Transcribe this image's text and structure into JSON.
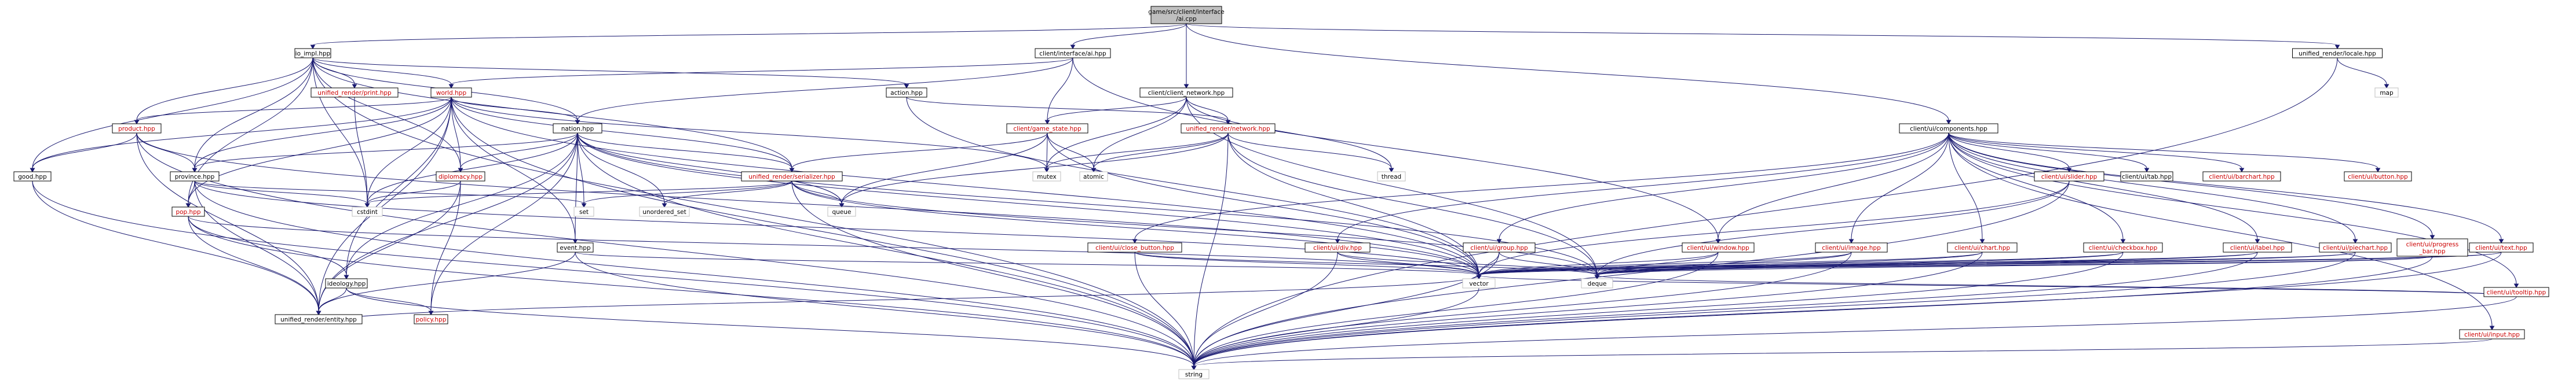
{
  "nodes": [
    {
      "id": "root",
      "label": "game/src/client/interface\n/ai.cpp",
      "style": "root"
    },
    {
      "id": "io_impl",
      "label": "io_impl.hpp",
      "style": "normal"
    },
    {
      "id": "iface_ai",
      "label": "client/interface/ai.hpp",
      "style": "normal"
    },
    {
      "id": "client_network",
      "label": "client/client_network.hpp",
      "style": "normal"
    },
    {
      "id": "locale",
      "label": "unified_render/locale.hpp",
      "style": "normal"
    },
    {
      "id": "ui_components",
      "label": "client/ui/components.hpp",
      "style": "normal"
    },
    {
      "id": "world",
      "label": "world.hpp",
      "style": "red"
    },
    {
      "id": "print",
      "label": "unified_render/print.hpp",
      "style": "red"
    },
    {
      "id": "action",
      "label": "action.hpp",
      "style": "normal"
    },
    {
      "id": "game_state",
      "label": "client/game_state.hpp",
      "style": "red"
    },
    {
      "id": "network",
      "label": "unified_render/network.hpp",
      "style": "red"
    },
    {
      "id": "map",
      "label": "map",
      "style": "gray"
    },
    {
      "id": "product",
      "label": "product.hpp",
      "style": "red"
    },
    {
      "id": "nation",
      "label": "nation.hpp",
      "style": "normal"
    },
    {
      "id": "mutex",
      "label": "mutex",
      "style": "gray"
    },
    {
      "id": "atomic",
      "label": "atomic",
      "style": "gray"
    },
    {
      "id": "thread",
      "label": "thread",
      "style": "gray"
    },
    {
      "id": "good",
      "label": "good.hpp",
      "style": "normal"
    },
    {
      "id": "province",
      "label": "province.hpp",
      "style": "normal"
    },
    {
      "id": "diplomacy",
      "label": "diplomacy.hpp",
      "style": "red"
    },
    {
      "id": "serializer",
      "label": "unified_render/serializer.hpp",
      "style": "red"
    },
    {
      "id": "cstdint",
      "label": "cstdint",
      "style": "gray"
    },
    {
      "id": "set",
      "label": "set",
      "style": "gray"
    },
    {
      "id": "unordered_set",
      "label": "unordered_set",
      "style": "gray"
    },
    {
      "id": "queue",
      "label": "queue",
      "style": "gray"
    },
    {
      "id": "pop",
      "label": "pop.hpp",
      "style": "red"
    },
    {
      "id": "event",
      "label": "event.hpp",
      "style": "normal"
    },
    {
      "id": "ideology",
      "label": "ideology.hpp",
      "style": "normal"
    },
    {
      "id": "entity",
      "label": "unified_render/entity.hpp",
      "style": "normal"
    },
    {
      "id": "policy",
      "label": "policy.hpp",
      "style": "red"
    },
    {
      "id": "close_button",
      "label": "client/ui/close_button.hpp",
      "style": "red"
    },
    {
      "id": "div",
      "label": "client/ui/div.hpp",
      "style": "red"
    },
    {
      "id": "group",
      "label": "client/ui/group.hpp",
      "style": "red"
    },
    {
      "id": "window",
      "label": "client/ui/window.hpp",
      "style": "red"
    },
    {
      "id": "image",
      "label": "client/ui/image.hpp",
      "style": "red"
    },
    {
      "id": "chart",
      "label": "client/ui/chart.hpp",
      "style": "red"
    },
    {
      "id": "checkbox",
      "label": "client/ui/checkbox.hpp",
      "style": "red"
    },
    {
      "id": "label",
      "label": "client/ui/label.hpp",
      "style": "red"
    },
    {
      "id": "piechart",
      "label": "client/ui/piechart.hpp",
      "style": "red"
    },
    {
      "id": "progress_bar",
      "label": "client/ui/progress\n_bar.hpp",
      "style": "red"
    },
    {
      "id": "slider",
      "label": "client/ui/slider.hpp",
      "style": "red"
    },
    {
      "id": "tab",
      "label": "client/ui/tab.hpp",
      "style": "normal"
    },
    {
      "id": "barchart",
      "label": "client/ui/barchart.hpp",
      "style": "red"
    },
    {
      "id": "button",
      "label": "client/ui/button.hpp",
      "style": "red"
    },
    {
      "id": "text",
      "label": "client/ui/text.hpp",
      "style": "red"
    },
    {
      "id": "tooltip",
      "label": "client/ui/tooltip.hpp",
      "style": "red"
    },
    {
      "id": "input",
      "label": "client/ui/input.hpp",
      "style": "red"
    },
    {
      "id": "vector",
      "label": "vector",
      "style": "gray"
    },
    {
      "id": "deque",
      "label": "deque",
      "style": "gray"
    },
    {
      "id": "string",
      "label": "string",
      "style": "gray"
    }
  ],
  "edges": [
    [
      "root",
      "io_impl"
    ],
    [
      "root",
      "iface_ai"
    ],
    [
      "root",
      "client_network"
    ],
    [
      "root",
      "locale"
    ],
    [
      "root",
      "ui_components"
    ],
    [
      "locale",
      "map"
    ],
    [
      "locale",
      "string"
    ],
    [
      "io_impl",
      "world"
    ],
    [
      "io_impl",
      "print"
    ],
    [
      "io_impl",
      "action"
    ],
    [
      "io_impl",
      "product"
    ],
    [
      "io_impl",
      "nation"
    ],
    [
      "io_impl",
      "good"
    ],
    [
      "io_impl",
      "province"
    ],
    [
      "io_impl",
      "diplomacy"
    ],
    [
      "io_impl",
      "serializer"
    ],
    [
      "io_impl",
      "pop"
    ],
    [
      "io_impl",
      "cstdint"
    ],
    [
      "io_impl",
      "string"
    ],
    [
      "iface_ai",
      "world"
    ],
    [
      "iface_ai",
      "nation"
    ],
    [
      "iface_ai",
      "game_state"
    ],
    [
      "iface_ai",
      "window"
    ],
    [
      "client_network",
      "game_state"
    ],
    [
      "client_network",
      "network"
    ],
    [
      "client_network",
      "mutex"
    ],
    [
      "client_network",
      "atomic"
    ],
    [
      "client_network",
      "thread"
    ],
    [
      "client_network",
      "deque"
    ],
    [
      "world",
      "product"
    ],
    [
      "world",
      "nation"
    ],
    [
      "world",
      "good"
    ],
    [
      "world",
      "province"
    ],
    [
      "world",
      "diplomacy"
    ],
    [
      "world",
      "cstdint"
    ],
    [
      "world",
      "event"
    ],
    [
      "world",
      "serializer"
    ],
    [
      "world",
      "mutex"
    ],
    [
      "world",
      "string"
    ],
    [
      "world",
      "vector"
    ],
    [
      "world",
      "ideology"
    ],
    [
      "world",
      "entity"
    ],
    [
      "world",
      "pop"
    ],
    [
      "print",
      "cstdint"
    ],
    [
      "action",
      "network"
    ],
    [
      "action",
      "vector"
    ],
    [
      "game_state",
      "mutex"
    ],
    [
      "game_state",
      "atomic"
    ],
    [
      "game_state",
      "serializer"
    ],
    [
      "game_state",
      "queue"
    ],
    [
      "game_state",
      "vector"
    ],
    [
      "network",
      "mutex"
    ],
    [
      "network",
      "atomic"
    ],
    [
      "network",
      "thread"
    ],
    [
      "network",
      "string"
    ],
    [
      "network",
      "vector"
    ],
    [
      "network",
      "deque"
    ],
    [
      "network",
      "queue"
    ],
    [
      "product",
      "good"
    ],
    [
      "product",
      "province"
    ],
    [
      "product",
      "entity"
    ],
    [
      "product",
      "vector"
    ],
    [
      "product",
      "string"
    ],
    [
      "nation",
      "province"
    ],
    [
      "nation",
      "diplomacy"
    ],
    [
      "nation",
      "serializer"
    ],
    [
      "nation",
      "cstdint"
    ],
    [
      "nation",
      "set"
    ],
    [
      "nation",
      "unordered_set"
    ],
    [
      "nation",
      "queue"
    ],
    [
      "nation",
      "event"
    ],
    [
      "nation",
      "ideology"
    ],
    [
      "nation",
      "policy"
    ],
    [
      "nation",
      "entity"
    ],
    [
      "nation",
      "vector"
    ],
    [
      "nation",
      "deque"
    ],
    [
      "nation",
      "string"
    ],
    [
      "good",
      "entity"
    ],
    [
      "good",
      "string"
    ],
    [
      "province",
      "pop"
    ],
    [
      "province",
      "cstdint"
    ],
    [
      "province",
      "set"
    ],
    [
      "province",
      "entity"
    ],
    [
      "province",
      "vector"
    ],
    [
      "province",
      "string"
    ],
    [
      "diplomacy",
      "cstdint"
    ],
    [
      "diplomacy",
      "policy"
    ],
    [
      "diplomacy",
      "entity"
    ],
    [
      "serializer",
      "cstdint"
    ],
    [
      "serializer",
      "set"
    ],
    [
      "serializer",
      "unordered_set"
    ],
    [
      "serializer",
      "queue"
    ],
    [
      "serializer",
      "vector"
    ],
    [
      "serializer",
      "deque"
    ],
    [
      "serializer",
      "string"
    ],
    [
      "pop",
      "ideology"
    ],
    [
      "pop",
      "entity"
    ],
    [
      "pop",
      "vector"
    ],
    [
      "pop",
      "string"
    ],
    [
      "event",
      "entity"
    ],
    [
      "event",
      "vector"
    ],
    [
      "event",
      "string"
    ],
    [
      "ideology",
      "entity"
    ],
    [
      "ideology",
      "policy"
    ],
    [
      "ideology",
      "string"
    ],
    [
      "entity",
      "vector"
    ],
    [
      "ui_components",
      "close_button"
    ],
    [
      "ui_components",
      "div"
    ],
    [
      "ui_components",
      "group"
    ],
    [
      "ui_components",
      "window"
    ],
    [
      "ui_components",
      "image"
    ],
    [
      "ui_components",
      "chart"
    ],
    [
      "ui_components",
      "checkbox"
    ],
    [
      "ui_components",
      "label"
    ],
    [
      "ui_components",
      "piechart"
    ],
    [
      "ui_components",
      "progress_bar"
    ],
    [
      "ui_components",
      "slider"
    ],
    [
      "ui_components",
      "tab"
    ],
    [
      "ui_components",
      "barchart"
    ],
    [
      "ui_components",
      "button"
    ],
    [
      "ui_components",
      "text"
    ],
    [
      "ui_components",
      "tooltip"
    ],
    [
      "ui_components",
      "input"
    ],
    [
      "close_button",
      "vector"
    ],
    [
      "close_button",
      "deque"
    ],
    [
      "close_button",
      "string"
    ],
    [
      "div",
      "vector"
    ],
    [
      "div",
      "deque"
    ],
    [
      "div",
      "string"
    ],
    [
      "group",
      "vector"
    ],
    [
      "group",
      "deque"
    ],
    [
      "group",
      "string"
    ],
    [
      "window",
      "vector"
    ],
    [
      "window",
      "deque"
    ],
    [
      "window",
      "string"
    ],
    [
      "image",
      "vector"
    ],
    [
      "image",
      "deque"
    ],
    [
      "image",
      "string"
    ],
    [
      "chart",
      "vector"
    ],
    [
      "chart",
      "deque"
    ],
    [
      "chart",
      "string"
    ],
    [
      "checkbox",
      "vector"
    ],
    [
      "checkbox",
      "deque"
    ],
    [
      "checkbox",
      "string"
    ],
    [
      "label",
      "vector"
    ],
    [
      "label",
      "deque"
    ],
    [
      "label",
      "string"
    ],
    [
      "piechart",
      "vector"
    ],
    [
      "piechart",
      "deque"
    ],
    [
      "piechart",
      "string"
    ],
    [
      "progress_bar",
      "vector"
    ],
    [
      "progress_bar",
      "deque"
    ],
    [
      "progress_bar",
      "string"
    ],
    [
      "slider",
      "vector"
    ],
    [
      "slider",
      "deque"
    ],
    [
      "slider",
      "string"
    ],
    [
      "text",
      "vector"
    ],
    [
      "text",
      "deque"
    ],
    [
      "text",
      "string"
    ],
    [
      "tooltip",
      "vector"
    ],
    [
      "tooltip",
      "deque"
    ],
    [
      "tooltip",
      "string"
    ],
    [
      "input",
      "string"
    ],
    [
      "vector",
      "string"
    ]
  ],
  "colors": {
    "edge": "#191970",
    "red_text": "#cc0000",
    "root_fill": "#bfbfbf",
    "gray_border": "#bfbfbf"
  }
}
